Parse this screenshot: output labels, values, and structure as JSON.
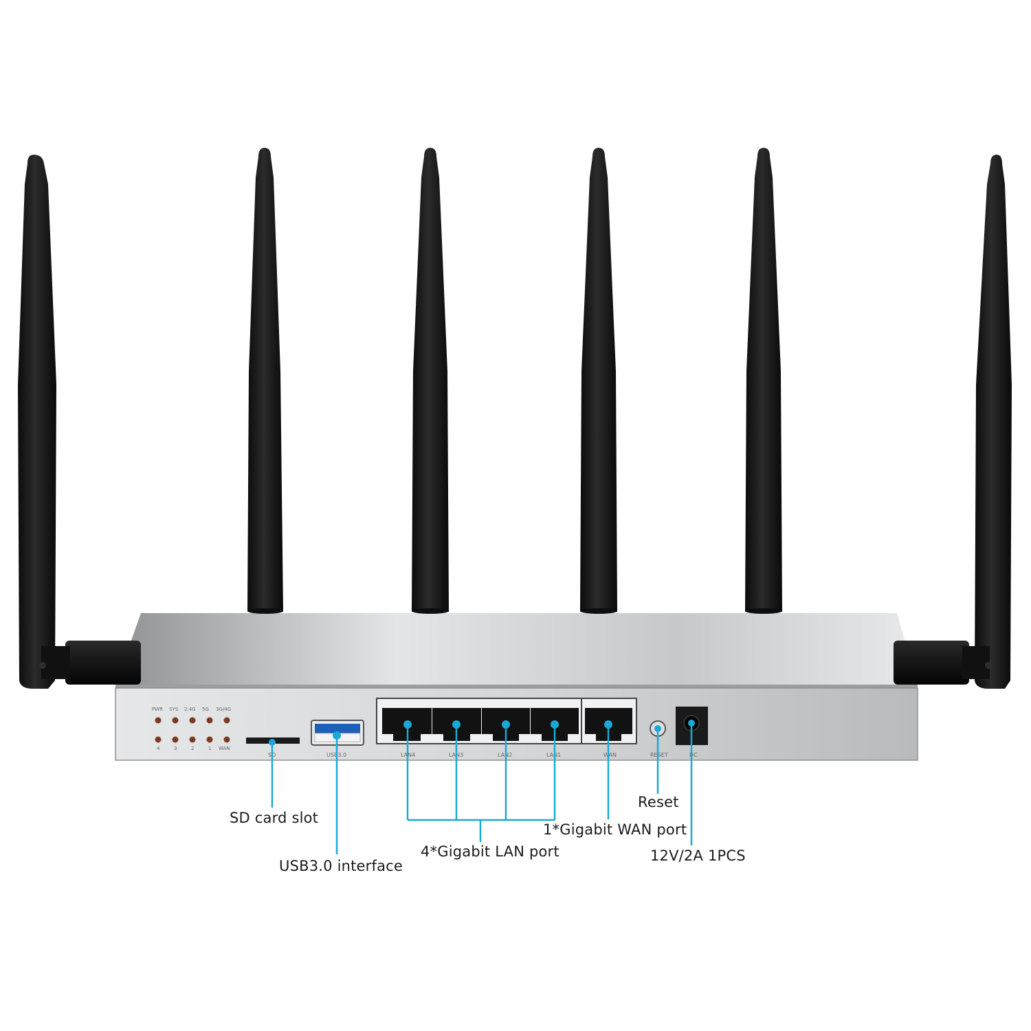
{
  "product": {
    "led_labels_top": [
      "PWR",
      "SYS",
      "2.4G",
      "5G",
      "3G/4G"
    ],
    "led_labels_bottom": [
      "4",
      "3",
      "2",
      "1",
      "WAN"
    ],
    "port_labels": {
      "sd": "SD",
      "usb": "USB3.0",
      "lan4": "LAN4",
      "lan3": "LAN3",
      "lan2": "LAN2",
      "lan1": "LAN1",
      "wan": "WAN",
      "reset": "RESET",
      "dc": "DC"
    },
    "antenna_count": 6
  },
  "callouts": {
    "sd_slot": "SD card slot",
    "usb_interface": "USB3.0 interface",
    "lan_ports": "4*Gigabit LAN port",
    "wan_port": "1*Gigabit WAN port",
    "reset": "Reset",
    "power": "12V/2A 1PCS"
  },
  "colors": {
    "accent": "#1aa9d6",
    "antenna": "#141414",
    "chassis": "#c9cbcd",
    "led": "#7a3a22"
  }
}
